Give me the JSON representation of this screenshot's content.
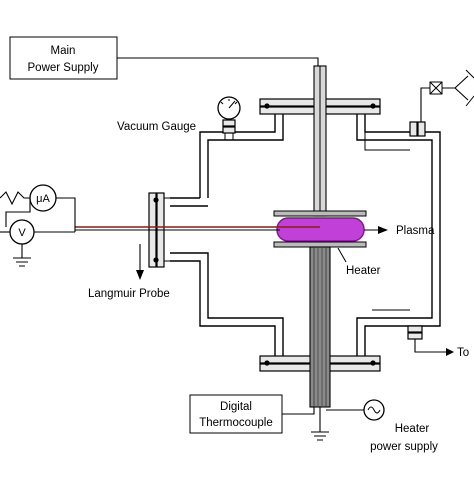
{
  "labels": {
    "main_power_line1": "Main",
    "main_power_line2": "Power Supply",
    "vacuum_gauge": "Vacuum Gauge",
    "microammeter": "μA",
    "voltmeter": "V",
    "langmuir_probe": "Langmuir Probe",
    "plasma": "Plasma",
    "heater": "Heater",
    "digital_thermo_line1": "Digital",
    "digital_thermo_line2": "Thermocouple",
    "heater_power_line1": "Heater",
    "heater_power_line2": "power supply",
    "to_pump": "To"
  },
  "colors": {
    "plasma": "#c040d8",
    "plasma_edge": "#7a1a8a",
    "probe_wire": "#8b1a1a",
    "outline": "#000000",
    "background": "#ffffff"
  }
}
